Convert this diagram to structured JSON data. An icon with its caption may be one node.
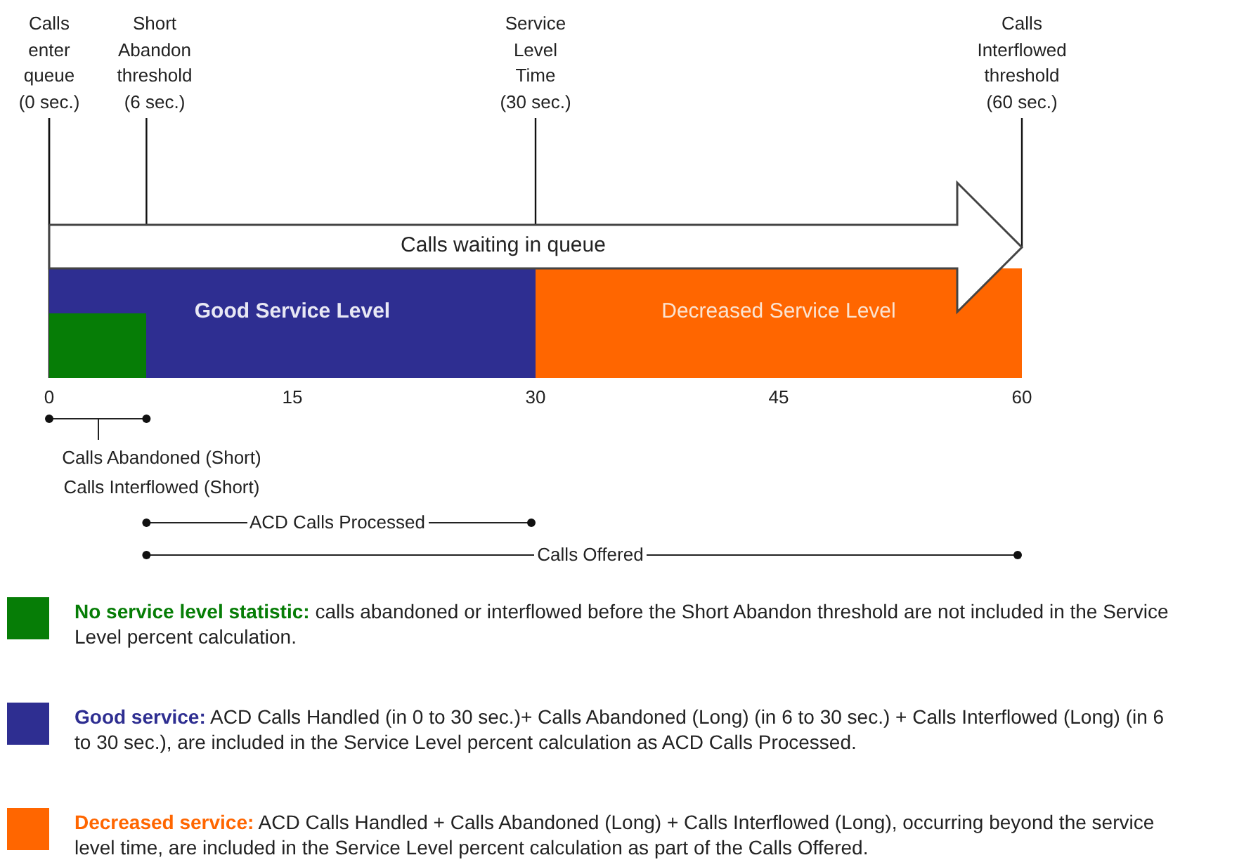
{
  "diagram": {
    "nodes": [
      {
        "text": [
          "Calls waiting in queue"
        ]
      },
      {
        "text": [
          "Good Service Level"
        ]
      },
      {
        "text": [
          "Decreased Service Level"
        ]
      },
      {
        "text": [],
        "shape": "box",
        "in": 1
      }
    ],
    "labels": [
      "Calls enter queue (0 sec.)",
      "Short Abandon threshold (6 sec.)",
      "Service Level Time (30 sec.)",
      "Calls Interflowed threshold (60 sec.)",
      "0",
      "15",
      "30",
      "45",
      "60",
      "Calls Abandoned (Short)",
      "Calls Interflowed (Short)",
      "ACD Calls Processed",
      "Calls Offered"
    ],
    "legend": [
      {
        "text": "**No service level statistic:** calls abandoned or interflowed before the Short Abandon threshold are not included in the Service Level percent calculation.",
        "color": "#067d06"
      },
      {
        "text": "**Good service:** ACD Calls Handled (in 0 to 30 sec.)+ Calls Abandoned (Long) (in 6 to 30 sec.) + Calls Interflowed (Long) (in 6 to 30 sec.), are included in the Service Level percent calculation as ACD Calls Processed.",
        "color": "#2e2e91"
      },
      {
        "text": "**Decreased service:** ACD Calls Handled + Calls Abandoned (Long) + Calls Interflowed (Long), occurring beyond the service level time, are included in the Service Level percent calculation as part of the Calls Offered.",
        "color": "#ff6600"
      }
    ]
  }
}
